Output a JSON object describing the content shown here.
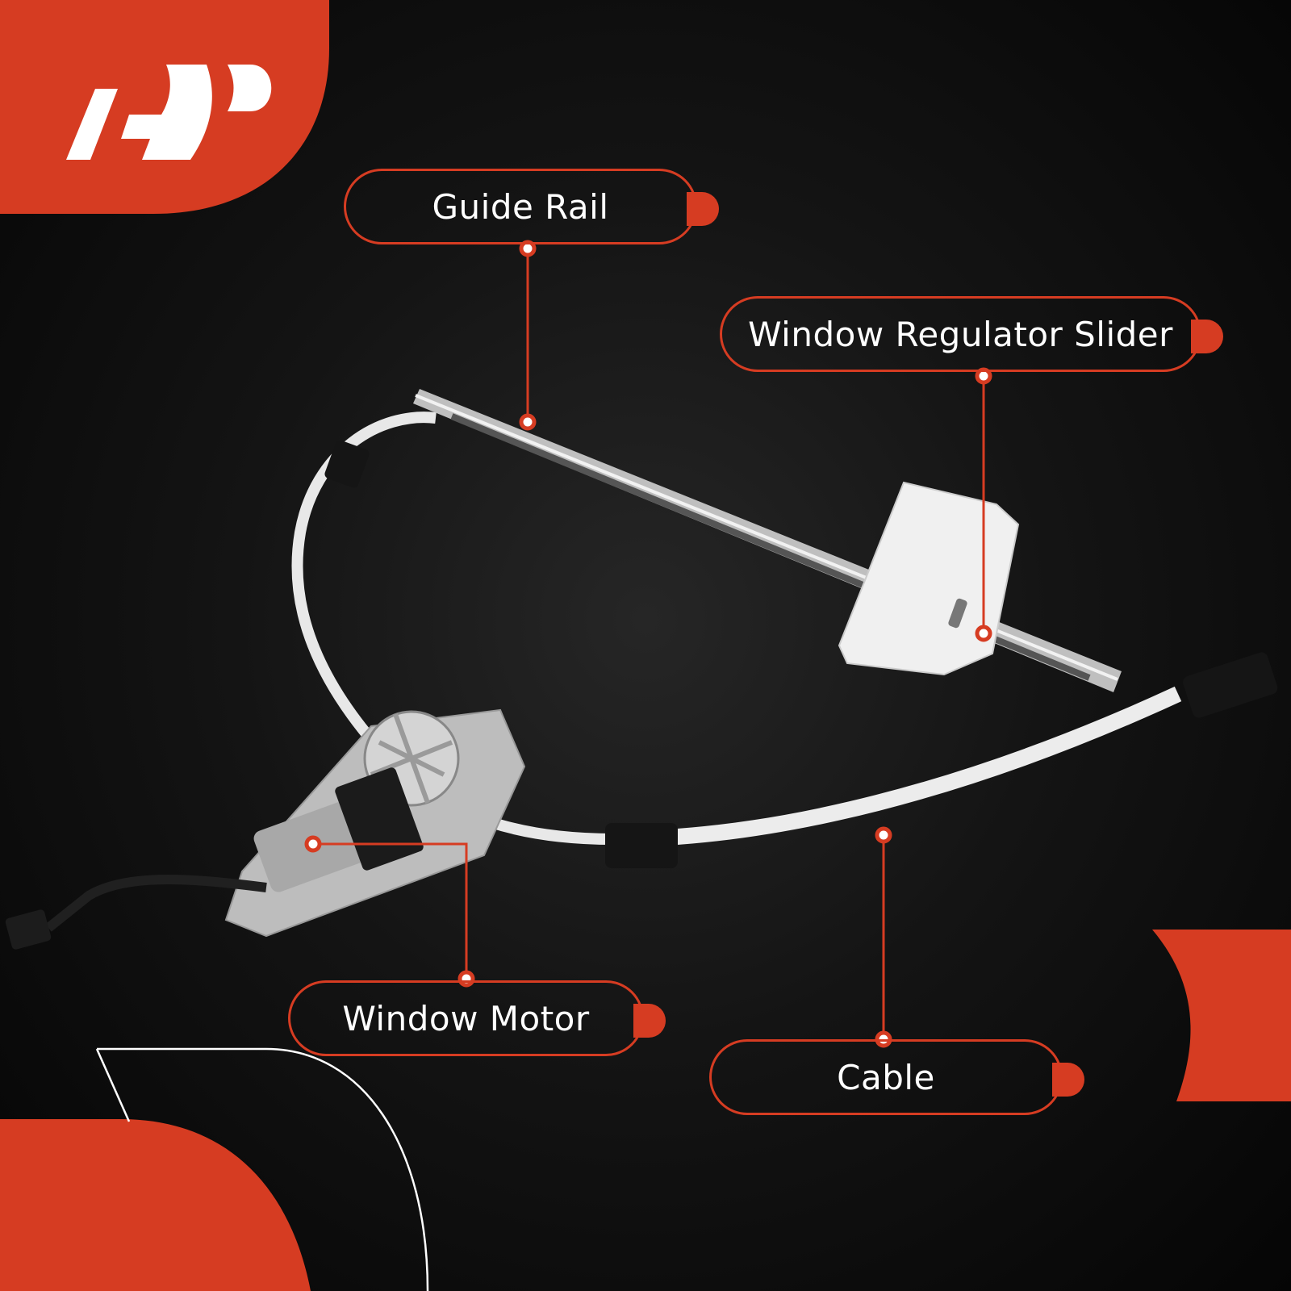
{
  "brand": {
    "logo_text": "A-P",
    "accent_color": "#d63c22"
  },
  "callouts": [
    {
      "label": "Guide Rail"
    },
    {
      "label": "Window Regulator Slider"
    },
    {
      "label": "Window Motor"
    },
    {
      "label": "Cable"
    }
  ]
}
